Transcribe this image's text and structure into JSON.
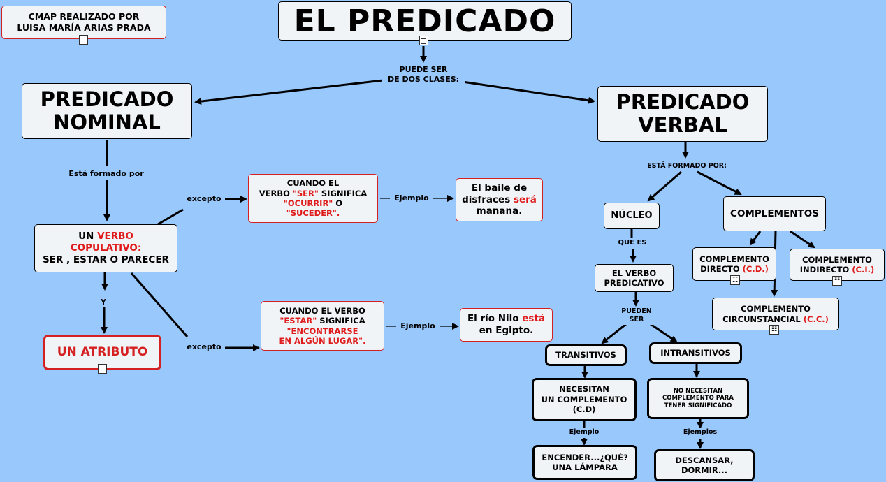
{
  "credit": {
    "line1": "CMAP REALIZADO POR",
    "line2": "LUISA MARÍA ARIAS PRADA"
  },
  "title": "EL PREDICADO",
  "link_clases": {
    "line1": "PUEDE SER",
    "line2": "DE DOS CLASES:"
  },
  "nominal": {
    "title_line1": "PREDICADO",
    "title_line2": "NOMINAL",
    "link_formado": "Está formado por",
    "verbo_pre": "UN ",
    "verbo_red1": "VERBO",
    "verbo_red2": "COPULATIVO:",
    "verbo_line3": "SER , ESTAR O PARECER",
    "link_y": "Y",
    "atributo": "UN ATRIBUTO",
    "link_excepto1": "excepto",
    "link_excepto2": "excepto",
    "ser_line1": "CUANDO EL",
    "ser_pre": "VERBO ",
    "ser_red": "\"SER\"",
    "ser_post": " SIGNIFICA",
    "ser_red2": "\"OCURRIR\"",
    "ser_post2": " O",
    "ser_red3": "\"SUCEDER\".",
    "link_ejemplo1": "Ejemplo",
    "ej1_line1": "El baile de",
    "ej1_pre": "disfraces ",
    "ej1_red": "será",
    "ej1_line3": "mañana.",
    "estar_line1": "CUANDO EL VERBO",
    "estar_red": "\"ESTAR\"",
    "estar_post": " SIGNIFICA",
    "estar_red2": "\"ENCONTRARSE",
    "estar_red3": "EN ALGÚN LUGAR\".",
    "link_ejemplo2": "Ejemplo",
    "ej2_pre": "El río Nilo ",
    "ej2_red": "está",
    "ej2_line2": "en Egipto."
  },
  "verbal": {
    "title_line1": "PREDICADO",
    "title_line2": "VERBAL",
    "link_formado": "ESTÁ FORMADO POR:",
    "nucleo": "NÚCLEO",
    "complementos": "COMPLEMENTOS",
    "link_que_es": "QUE ES",
    "el_verbo_line1": "EL VERBO",
    "el_verbo_line2": "PREDICATIVO",
    "link_pueden": {
      "line1": "PUEDEN",
      "line2": "SER"
    },
    "transitivos": "TRANSITIVOS",
    "intransitivos": "INTRANSITIVOS",
    "necesitan_line1": "NECESITAN",
    "necesitan_line2": "UN COMPLEMENTO",
    "necesitan_line3": "(C.D)",
    "no_necesitan_line1": "NO NECESITAN",
    "no_necesitan_line2": "COMPLEMENTO PARA",
    "no_necesitan_line3": "TENER SIGNIFICADO",
    "link_ejemplo": "Ejemplo",
    "link_ejemplos": "Ejemplos",
    "encender_line1": "ENCENDER...¿QUÉ?",
    "encender_line2": "UNA LÁMPARA",
    "descansar_line1": "DESCANSAR,",
    "descansar_line2": "DORMIR...",
    "cd_line1": "COMPLEMENTO",
    "cd_pre": "DIRECTO ",
    "cd_red": "(C.D.)",
    "ci_line1": "COMPLEMENTO",
    "ci_pre": "INDIRECTO ",
    "ci_red": "(C.I.)",
    "cc_line1": "COMPLEMENTO",
    "cc_pre": "CIRCUNSTANCIAL ",
    "cc_red": "(C.C.)"
  },
  "colors": {
    "background": "#99c8fd",
    "node_fill": "#f1f4f6",
    "accent_red": "#e01b1b"
  },
  "icons": [
    "document-icon",
    "submap-icon"
  ]
}
